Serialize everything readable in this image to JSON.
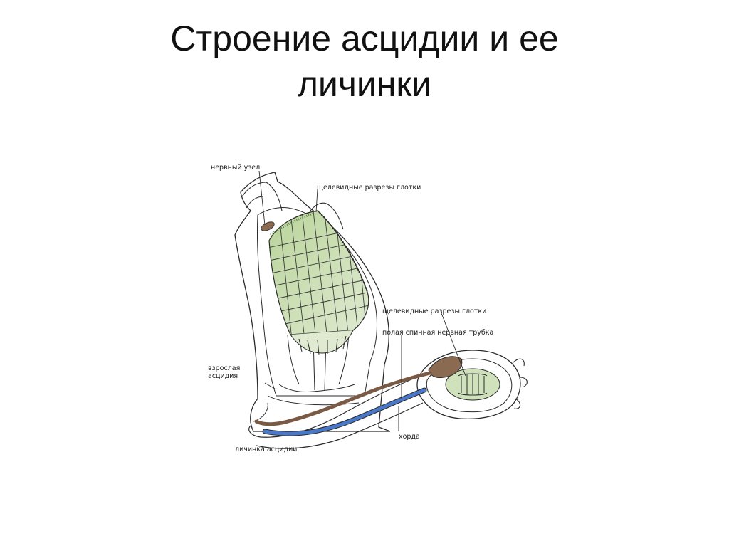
{
  "title": {
    "line1": "Строение асцидии и ее",
    "line2": "личинки"
  },
  "labels": {
    "nerve_ganglion": "нервный узел",
    "gill_slits_adult": "щелевидные разрезы глотки",
    "gill_slits_larva": "щелевидные разрезы глотки",
    "neural_tube": "полая спинная нервная трубка",
    "adult_line1": "взрослая",
    "adult_line2": "асцидия",
    "notochord": "хорда",
    "larva": "личинка асцидии"
  },
  "colors": {
    "pharynx": "#c9ddb0",
    "pharynx_dark": "#9bbd80",
    "neural_tube": "#7a5a44",
    "notochord": "#4a78c8",
    "outline": "#2a2a2a"
  }
}
